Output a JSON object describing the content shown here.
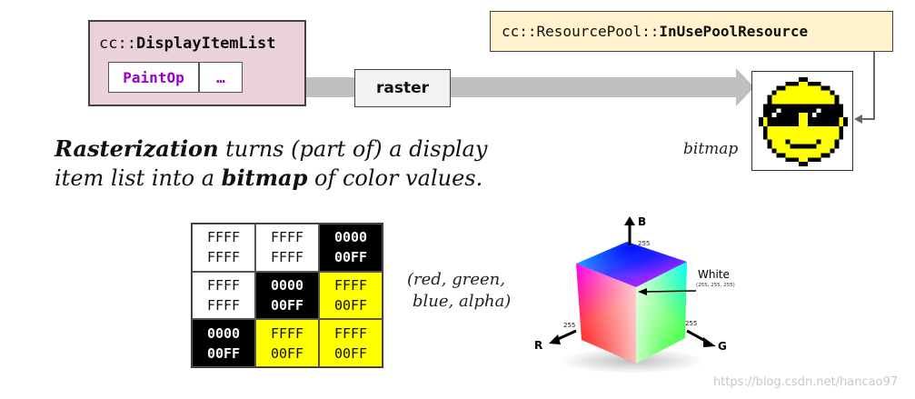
{
  "display_item_list": {
    "prefix": "cc::",
    "name": "DisplayItemList",
    "items": [
      "PaintOp",
      "…"
    ]
  },
  "raster_label": "raster",
  "resource_pool": {
    "prefix": "cc::ResourcePool::",
    "name": "InUsePoolResource"
  },
  "bitmap_label": "bitmap",
  "caption": {
    "term": "Rasterization",
    "line1_rest": " turns (part of) a display",
    "line2_start": "item list into a ",
    "bitmap_word": "bitmap",
    "line2_end": " of color values."
  },
  "pixel_grid": [
    [
      {
        "top": "FFFF",
        "bottom": "FFFF",
        "color": "white"
      },
      {
        "top": "FFFF",
        "bottom": "FFFF",
        "color": "white"
      },
      {
        "top": "0000",
        "bottom": "00FF",
        "color": "black"
      }
    ],
    [
      {
        "top": "FFFF",
        "bottom": "FFFF",
        "color": "white"
      },
      {
        "top": "0000",
        "bottom": "00FF",
        "color": "black"
      },
      {
        "top": "FFFF",
        "bottom": "00FF",
        "color": "yellow"
      }
    ],
    [
      {
        "top": "0000",
        "bottom": "00FF",
        "color": "black"
      },
      {
        "top": "FFFF",
        "bottom": "00FF",
        "color": "yellow"
      },
      {
        "top": "FFFF",
        "bottom": "00FF",
        "color": "yellow"
      }
    ]
  ],
  "rgba_label": {
    "line1": "(red, green,",
    "line2": "blue, alpha)"
  },
  "color_cube": {
    "axis_b": "B",
    "axis_r": "R",
    "axis_g": "G",
    "max_b": "255",
    "max_r": "255",
    "max_g": "255",
    "white_label": "White",
    "white_value": "(255, 255, 255)"
  },
  "watermark": "https://blog.csdn.net/hancao97",
  "colors": {
    "dil_fill": "#ead1dc",
    "pool_fill": "#fff2cc",
    "paintop_text": "#9900cc",
    "arrow_gray": "#bfbfbf",
    "smiley_yellow": "#ffff00"
  },
  "icons": [
    "sunglasses-smiley-icon"
  ]
}
